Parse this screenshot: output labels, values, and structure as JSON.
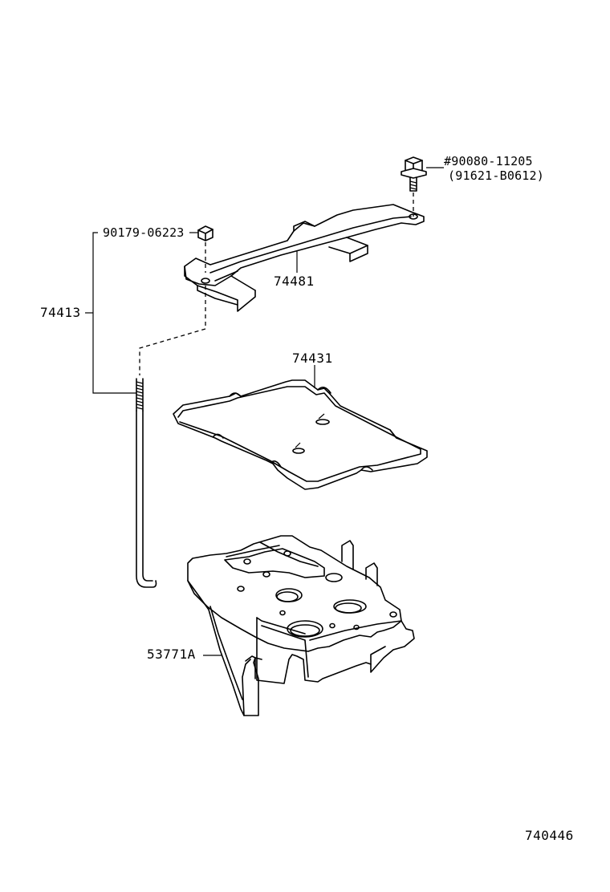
{
  "parts": {
    "bolt": {
      "number": "#90080-11205",
      "alt_number": "(91621-B0612)"
    },
    "nut": {
      "number": "90179-06223"
    },
    "rod_assembly": {
      "number": "74413"
    },
    "clamp": {
      "number": "74481"
    },
    "battery_tray": {
      "number": "74431"
    },
    "carrier": {
      "number": "53771A"
    }
  },
  "figure_number": "740446"
}
